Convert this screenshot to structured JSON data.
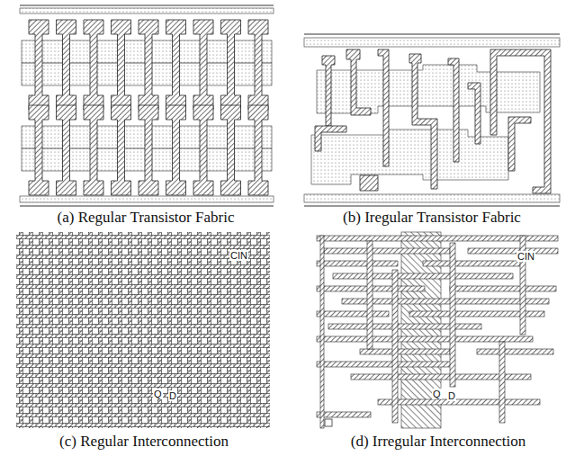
{
  "diagram": {
    "labels": [
      "(a) Regular Transistor Fabric",
      "(b) Iregular Transistor Fabric",
      "CIN",
      "Q",
      "D",
      "CIN",
      "Q",
      "D",
      "(c) Regular Interconnection",
      "(d) Irregular Interconnection"
    ]
  }
}
